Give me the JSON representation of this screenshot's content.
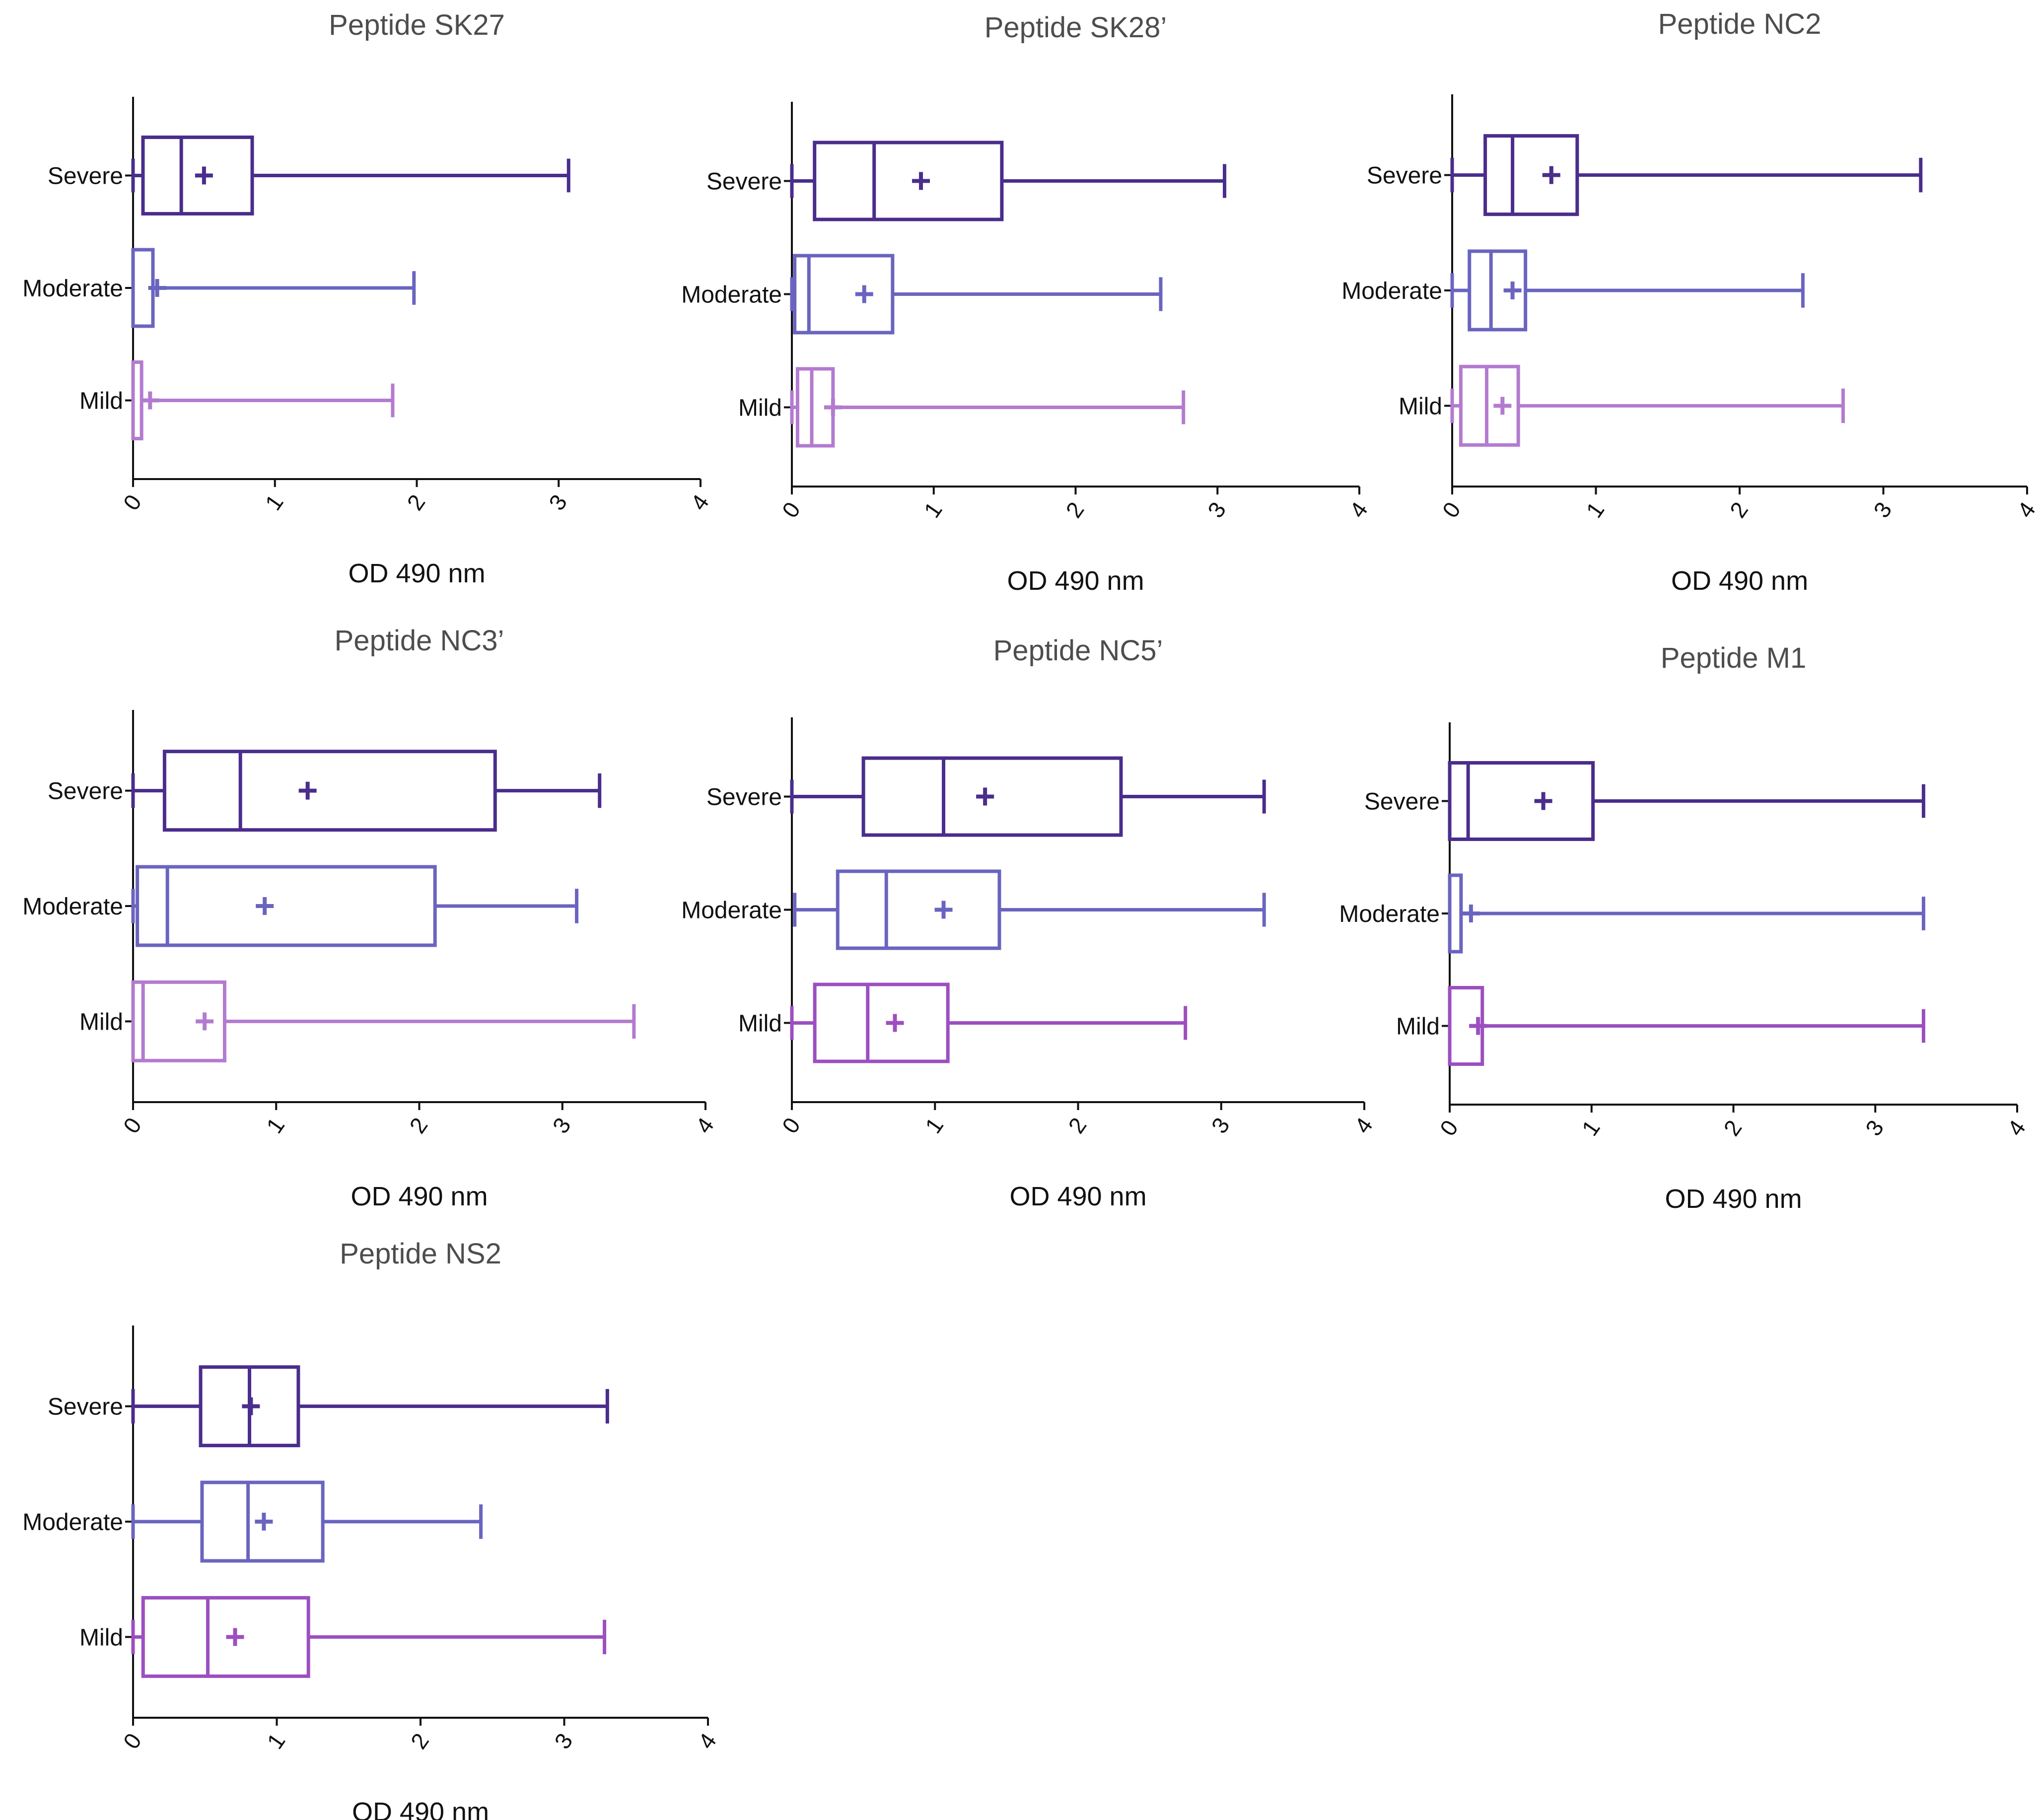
{
  "colors": {
    "severe": "#4a2d8c",
    "moderate": "#6a64c0",
    "mild": "#b37bcf",
    "mild_dark": "#9c4fc0",
    "axis": "#111111",
    "title": "#4d4d4d",
    "label": "#111111"
  },
  "chart_data": [
    {
      "type": "boxplot",
      "orientation": "horizontal",
      "title": "Peptide SK27",
      "xlabel": "OD 490 nm",
      "xlim": [
        0,
        4
      ],
      "xticks": [
        "0",
        "1",
        "2",
        "3",
        "4"
      ],
      "categories": [
        "Severe",
        "Moderate",
        "Mild"
      ],
      "boxes": [
        {
          "group": "Severe",
          "min": 0.0,
          "q1": 0.07,
          "median": 0.34,
          "q3": 0.84,
          "max": 3.07,
          "mean": 0.5
        },
        {
          "group": "Moderate",
          "min": 0.0,
          "q1": 0.0,
          "median": 0.0,
          "q3": 0.14,
          "max": 1.98,
          "mean": 0.17
        },
        {
          "group": "Mild",
          "min": 0.0,
          "q1": 0.0,
          "median": 0.0,
          "q3": 0.06,
          "max": 1.83,
          "mean": 0.12
        }
      ]
    },
    {
      "type": "boxplot",
      "orientation": "horizontal",
      "title": "Peptide SK28’",
      "xlabel": "OD 490 nm",
      "xlim": [
        0,
        4
      ],
      "xticks": [
        "0",
        "1",
        "2",
        "3",
        "4"
      ],
      "categories": [
        "Severe",
        "Moderate",
        "Mild"
      ],
      "boxes": [
        {
          "group": "Severe",
          "min": 0.0,
          "q1": 0.16,
          "median": 0.58,
          "q3": 1.48,
          "max": 3.05,
          "mean": 0.91
        },
        {
          "group": "Moderate",
          "min": 0.0,
          "q1": 0.02,
          "median": 0.12,
          "q3": 0.71,
          "max": 2.6,
          "mean": 0.51
        },
        {
          "group": "Mild",
          "min": 0.0,
          "q1": 0.04,
          "median": 0.14,
          "q3": 0.29,
          "max": 2.76,
          "mean": 0.29
        }
      ]
    },
    {
      "type": "boxplot",
      "orientation": "horizontal",
      "title": "Peptide NC2",
      "xlabel": "OD 490 nm",
      "xlim": [
        0,
        4
      ],
      "xticks": [
        "0",
        "1",
        "2",
        "3",
        "4"
      ],
      "categories": [
        "Severe",
        "Moderate",
        "Mild"
      ],
      "boxes": [
        {
          "group": "Severe",
          "min": 0.0,
          "q1": 0.23,
          "median": 0.42,
          "q3": 0.87,
          "max": 3.26,
          "mean": 0.69
        },
        {
          "group": "Moderate",
          "min": 0.0,
          "q1": 0.12,
          "median": 0.27,
          "q3": 0.51,
          "max": 2.44,
          "mean": 0.42
        },
        {
          "group": "Mild",
          "min": 0.0,
          "q1": 0.06,
          "median": 0.24,
          "q3": 0.46,
          "max": 2.72,
          "mean": 0.35
        }
      ]
    },
    {
      "type": "boxplot",
      "orientation": "horizontal",
      "title": "Peptide NC3’",
      "xlabel": "OD 490 nm",
      "xlim": [
        0,
        4
      ],
      "xticks": [
        "0",
        "1",
        "2",
        "3",
        "4"
      ],
      "categories": [
        "Severe",
        "Moderate",
        "Mild"
      ],
      "boxes": [
        {
          "group": "Severe",
          "min": 0.0,
          "q1": 0.22,
          "median": 0.75,
          "q3": 2.53,
          "max": 3.26,
          "mean": 1.22
        },
        {
          "group": "Moderate",
          "min": 0.0,
          "q1": 0.03,
          "median": 0.24,
          "q3": 2.11,
          "max": 3.1,
          "mean": 0.92
        },
        {
          "group": "Mild",
          "min": 0.0,
          "q1": 0.0,
          "median": 0.07,
          "q3": 0.64,
          "max": 3.5,
          "mean": 0.5
        }
      ]
    },
    {
      "type": "boxplot",
      "orientation": "horizontal",
      "title": "Peptide NC5’",
      "xlabel": "OD 490 nm",
      "xlim": [
        0,
        4
      ],
      "xticks": [
        "0",
        "1",
        "2",
        "3",
        "4"
      ],
      "categories": [
        "Severe",
        "Moderate",
        "Mild"
      ],
      "boxes": [
        {
          "group": "Severe",
          "min": 0.0,
          "q1": 0.5,
          "median": 1.06,
          "q3": 2.3,
          "max": 3.3,
          "mean": 1.35
        },
        {
          "group": "Moderate",
          "min": 0.02,
          "q1": 0.32,
          "median": 0.66,
          "q3": 1.45,
          "max": 3.3,
          "mean": 1.06
        },
        {
          "group": "Mild",
          "min": 0.0,
          "q1": 0.16,
          "median": 0.53,
          "q3": 1.09,
          "max": 2.75,
          "mean": 0.72
        }
      ]
    },
    {
      "type": "boxplot",
      "orientation": "horizontal",
      "title": "Peptide M1",
      "xlabel": "OD 490 nm",
      "xlim": [
        0,
        4
      ],
      "xticks": [
        "0",
        "1",
        "2",
        "3",
        "4"
      ],
      "categories": [
        "Severe",
        "Moderate",
        "Mild"
      ],
      "boxes": [
        {
          "group": "Severe",
          "min": 0.0,
          "q1": 0.0,
          "median": 0.13,
          "q3": 1.01,
          "max": 3.34,
          "mean": 0.66
        },
        {
          "group": "Moderate",
          "min": 0.0,
          "q1": 0.0,
          "median": 0.0,
          "q3": 0.08,
          "max": 3.34,
          "mean": 0.15
        },
        {
          "group": "Mild",
          "min": 0.0,
          "q1": 0.0,
          "median": 0.0,
          "q3": 0.23,
          "max": 3.34,
          "mean": 0.2
        }
      ]
    },
    {
      "type": "boxplot",
      "orientation": "horizontal",
      "title": "Peptide NS2",
      "xlabel": "OD 490 nm",
      "xlim": [
        0,
        4
      ],
      "xticks": [
        "0",
        "1",
        "2",
        "3",
        "4"
      ],
      "categories": [
        "Severe",
        "Moderate",
        "Mild"
      ],
      "boxes": [
        {
          "group": "Severe",
          "min": 0.0,
          "q1": 0.47,
          "median": 0.81,
          "q3": 1.15,
          "max": 3.3,
          "mean": 0.82
        },
        {
          "group": "Moderate",
          "min": 0.0,
          "q1": 0.48,
          "median": 0.8,
          "q3": 1.32,
          "max": 2.42,
          "mean": 0.91
        },
        {
          "group": "Mild",
          "min": 0.0,
          "q1": 0.07,
          "median": 0.52,
          "q3": 1.22,
          "max": 3.28,
          "mean": 0.71
        }
      ]
    }
  ]
}
